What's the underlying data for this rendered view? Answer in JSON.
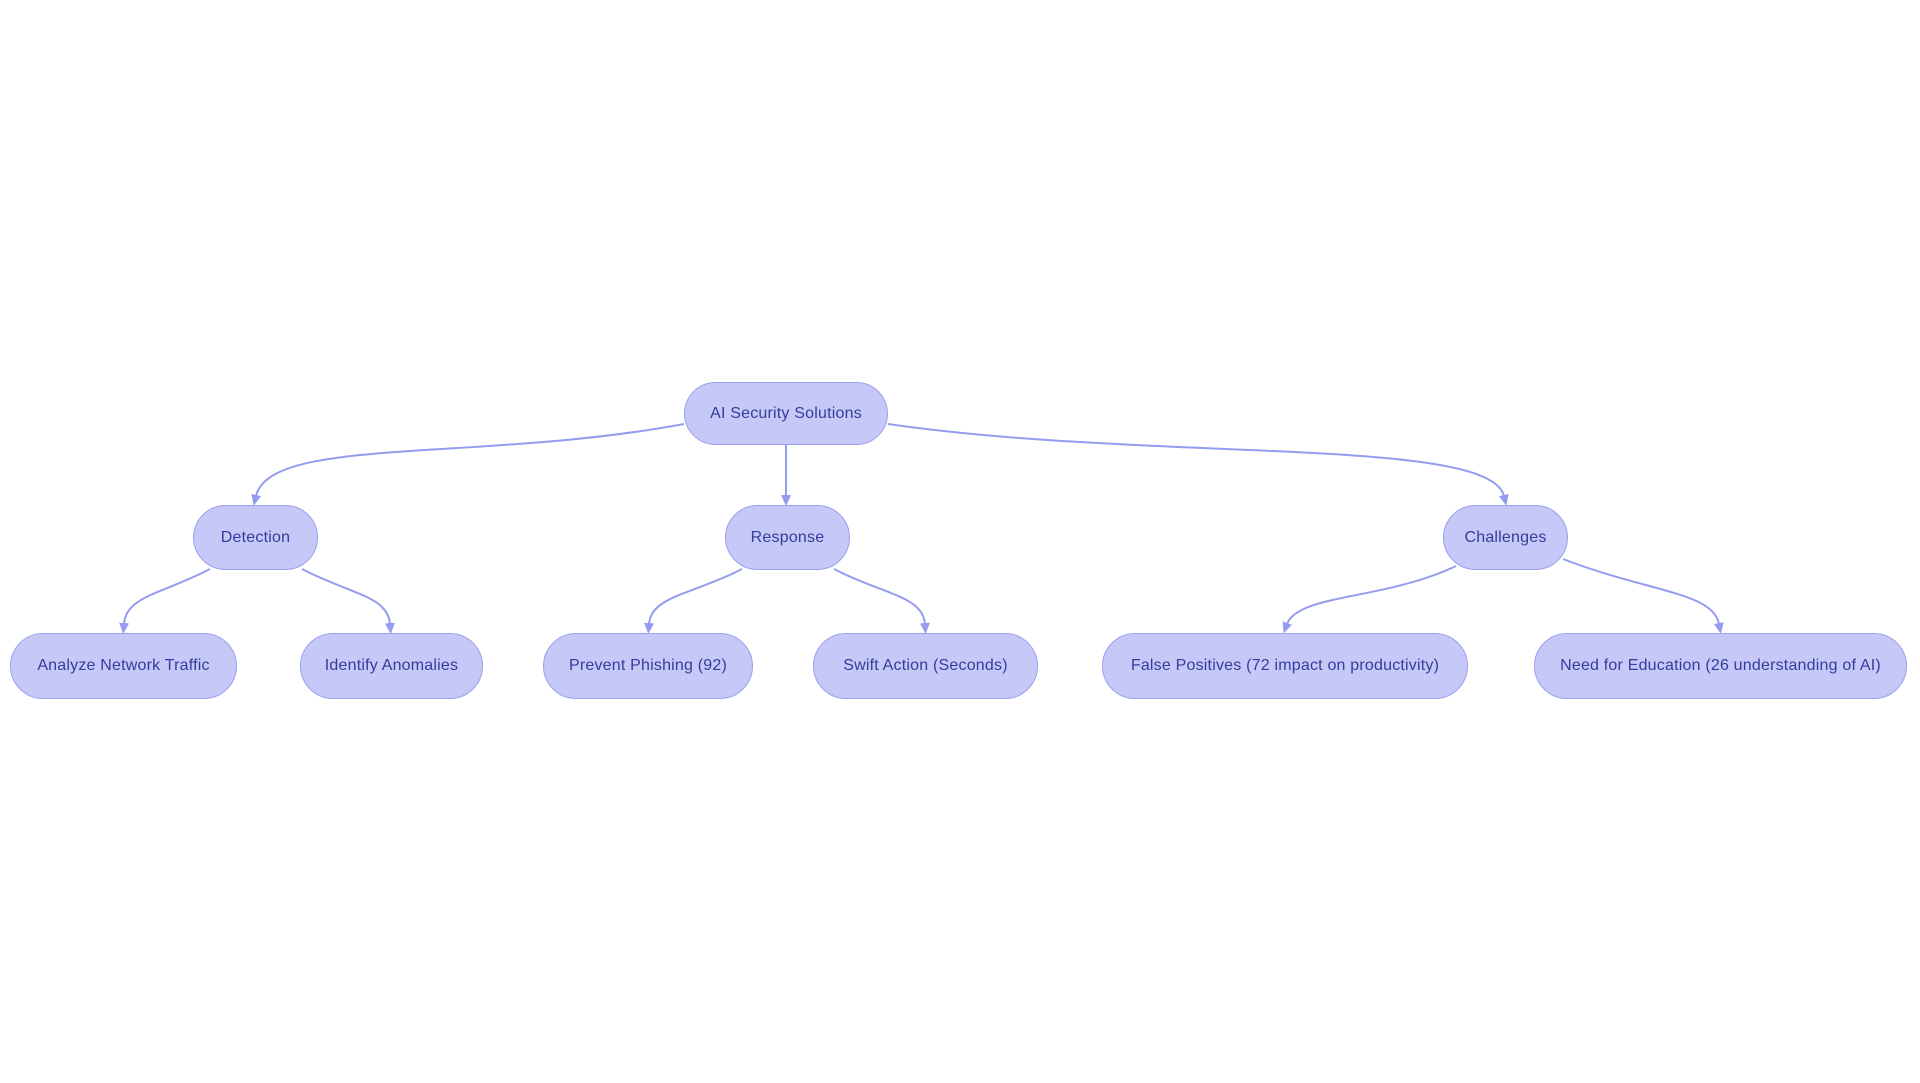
{
  "diagram": {
    "type": "flowchart-top-down",
    "background": "#ffffff",
    "nodes": {
      "root": {
        "label": "AI Security Solutions"
      },
      "detection": {
        "label": "Detection"
      },
      "response": {
        "label": "Response"
      },
      "challenges": {
        "label": "Challenges"
      },
      "analyze_network_traffic": {
        "label": "Analyze Network Traffic"
      },
      "identify_anomalies": {
        "label": "Identify Anomalies"
      },
      "prevent_phishing": {
        "label": "Prevent Phishing (92)"
      },
      "swift_action": {
        "label": "Swift Action (Seconds)"
      },
      "false_positives": {
        "label": "False Positives (72 impact on productivity)"
      },
      "need_for_education": {
        "label": "Need for Education (26 understanding of AI)"
      }
    },
    "edges": [
      {
        "from": "root",
        "to": "detection"
      },
      {
        "from": "root",
        "to": "response"
      },
      {
        "from": "root",
        "to": "challenges"
      },
      {
        "from": "detection",
        "to": "analyze_network_traffic"
      },
      {
        "from": "detection",
        "to": "identify_anomalies"
      },
      {
        "from": "response",
        "to": "prevent_phishing"
      },
      {
        "from": "response",
        "to": "swift_action"
      },
      {
        "from": "challenges",
        "to": "false_positives"
      },
      {
        "from": "challenges",
        "to": "need_for_education"
      }
    ]
  },
  "colors": {
    "canvas_bg": "#ffffff",
    "node_fill": "#c6c8f7",
    "node_border": "#9aa1ef",
    "node_text": "#333d9b",
    "edge_color": "#949cf0"
  }
}
